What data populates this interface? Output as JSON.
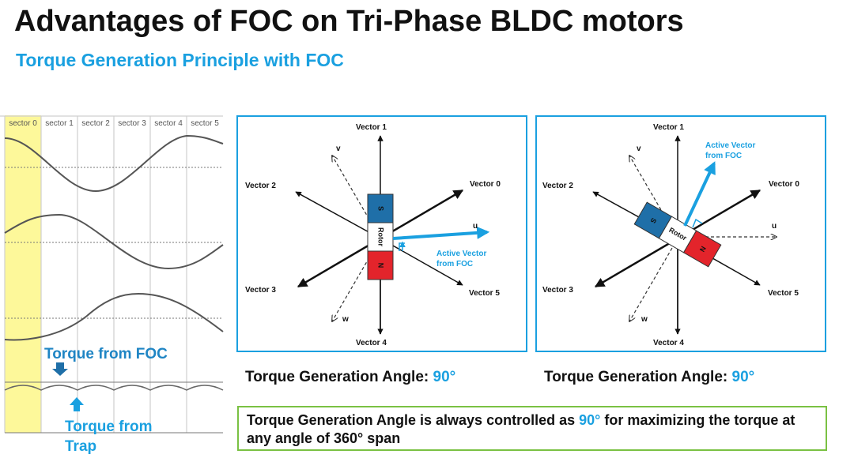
{
  "title": "Advantages of FOC on Tri-Phase BLDC motors",
  "subtitle": "Torque Generation Principle with FOC",
  "waveform": {
    "sectors": [
      "sector 0",
      "sector 1",
      "sector 2",
      "sector 3",
      "sector 4",
      "sector 5"
    ],
    "torque_foc_label": "Torque from FOC",
    "torque_trap_label_line1": "Torque from",
    "torque_trap_label_line2": "Trap"
  },
  "vector_diagram": {
    "vector_labels": {
      "v0": "Vector 0",
      "v1": "Vector 1",
      "v2": "Vector 2",
      "v3": "Vector 3",
      "v4": "Vector 4",
      "v5": "Vector 5"
    },
    "phase_labels": {
      "u": "u",
      "v": "v",
      "w": "w"
    },
    "rotor_label": "Rotor",
    "pole_s": "S",
    "pole_n": "N",
    "active_vector_line1": "Active Vector",
    "active_vector_line2": "from FOC"
  },
  "captions": {
    "left_label": "Torque Generation Angle:",
    "left_value": "90°",
    "right_label": "Torque Generation Angle:",
    "right_value": "90°"
  },
  "note": {
    "part1": "Torque Generation Angle is always controlled as",
    "value": "90°",
    "part2": "for maximizing the torque at any angle of 360° span"
  },
  "colors": {
    "accent": "#1aa0e0",
    "pole_s": "#1f6fa8",
    "pole_n": "#e3242b",
    "sector_highlight": "#fdf89a",
    "note_border": "#7ac143"
  }
}
